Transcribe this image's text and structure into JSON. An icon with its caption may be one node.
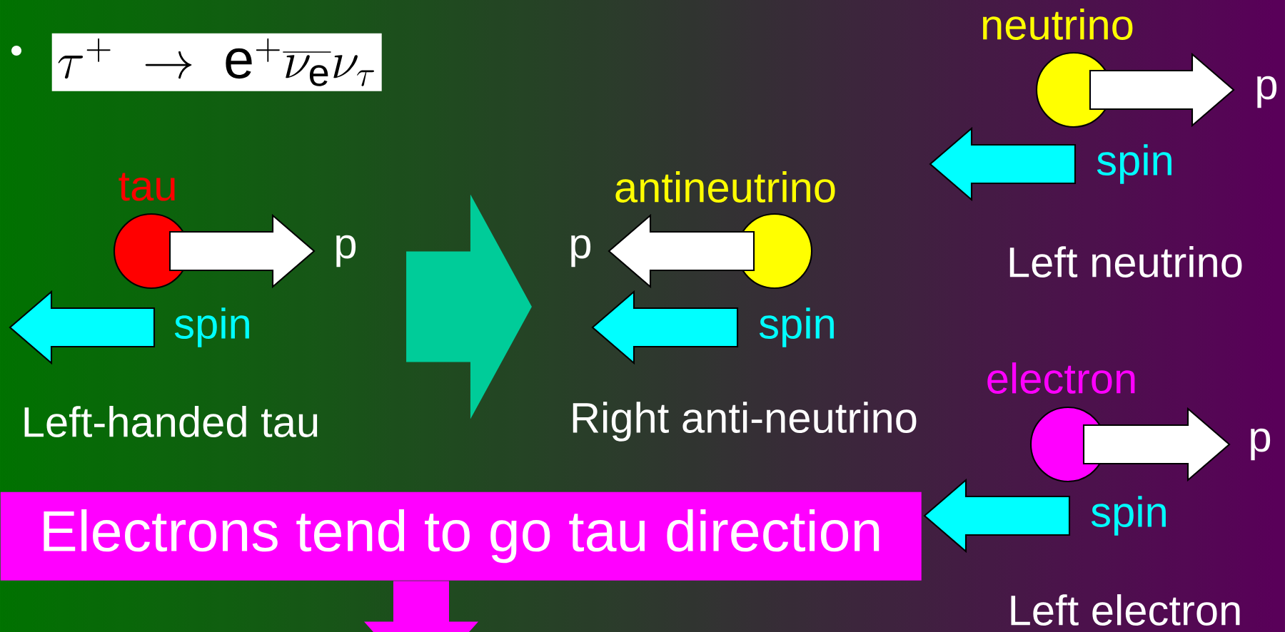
{
  "diagram": {
    "nodes": [
      {
        "text": [
          "tau",
          "p",
          "spin"
        ]
      },
      {
        "text": [
          "antineutrino",
          "p",
          "spin"
        ]
      },
      {
        "text": [
          "neutrino",
          "p",
          "spin"
        ]
      },
      {
        "text": [
          "electron",
          "p",
          "spin"
        ]
      },
      {
        "text": [
          "Electrons tend to go tau direction"
        ]
      }
    ],
    "edges": [
      {
        "from": 0,
        "to": 1,
        "arrow": "to",
        "style": "thick",
        "color": "#00cc99"
      },
      {
        "from": 4,
        "to": null,
        "arrow": "to",
        "color": "#ff00ff"
      }
    ],
    "labels": [
      "\\tau^{+} \\;\\rightarrow\\; \\mathrm{e}^{+}\\overline{\\nu_{\\mathrm{e}}}\\nu_{\\tau}",
      "Left-handed tau",
      "Right anti-neutrino",
      "Left neutrino",
      "Left electron"
    ]
  }
}
